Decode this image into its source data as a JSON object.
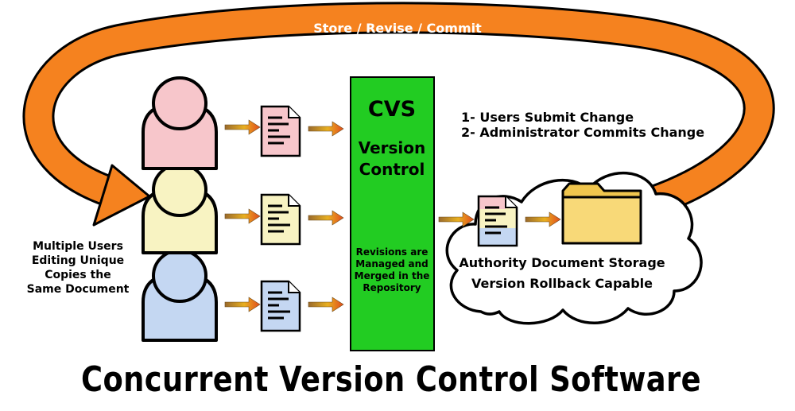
{
  "loop_label": "Store / Revise / Commit",
  "cvs": {
    "heading": "CVS",
    "line1": "Version",
    "line2": "Control",
    "note": [
      "Revisions are",
      "Managed and",
      "Merged in the",
      "Repository"
    ]
  },
  "users_caption": [
    "Multiple Users",
    "Editing Unique",
    "Copies the",
    "Same Document"
  ],
  "steps": [
    "1- Users Submit Change",
    "2- Administrator Commits Change"
  ],
  "storage": [
    "Authority Document Storage",
    "Version Rollback Capable"
  ],
  "title": "Concurrent Version Control Software",
  "colors": {
    "loop": "#F5821F",
    "cvs_box": "#22CC22",
    "user_pink": "#F7C6CB",
    "user_yellow": "#F8F3C2",
    "user_blue": "#C4D7F2",
    "folder": "#F8D978",
    "arrow": "#D8A21E"
  }
}
